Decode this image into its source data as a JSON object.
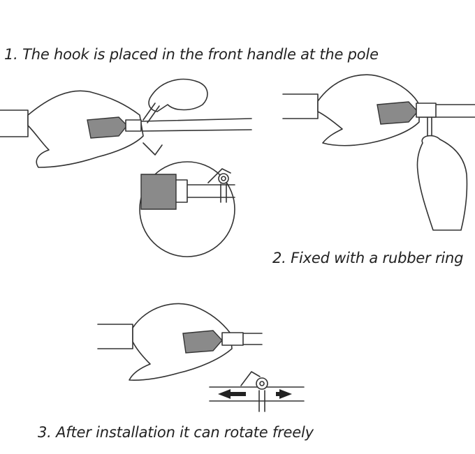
{
  "captions": {
    "step1": "1. The hook is placed in the front handle at the pole",
    "step2": "2. Fixed with a rubber ring",
    "step3": "3. After installation it can rotate freely"
  },
  "colors": {
    "grip": "#8a8a8a",
    "line": "#333333",
    "background": "#ffffff"
  }
}
